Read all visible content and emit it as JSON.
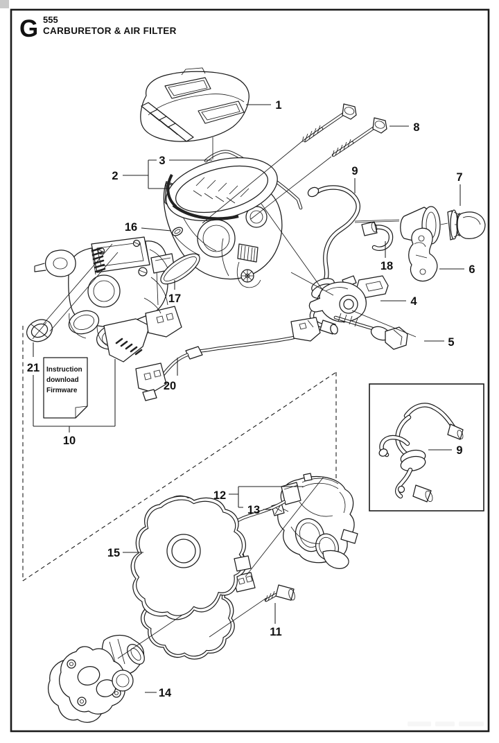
{
  "header": {
    "section_letter": "G",
    "model": "555",
    "title": "CARBURETOR & AIR FILTER"
  },
  "instruction_box": {
    "line1": "Instruction",
    "line2": "download",
    "line3": "Firmware"
  },
  "callouts": {
    "c1": "1",
    "c2": "2",
    "c3": "3",
    "c4": "4",
    "c5": "5",
    "c6": "6",
    "c7": "7",
    "c8": "8",
    "c9": "9",
    "c9_inset": "9",
    "c10": "10",
    "c11": "11",
    "c12": "12",
    "c13": "13",
    "c14": "14",
    "c15": "15",
    "c16": "16",
    "c17": "17",
    "c18": "18",
    "c20": "20",
    "c21": "21"
  }
}
